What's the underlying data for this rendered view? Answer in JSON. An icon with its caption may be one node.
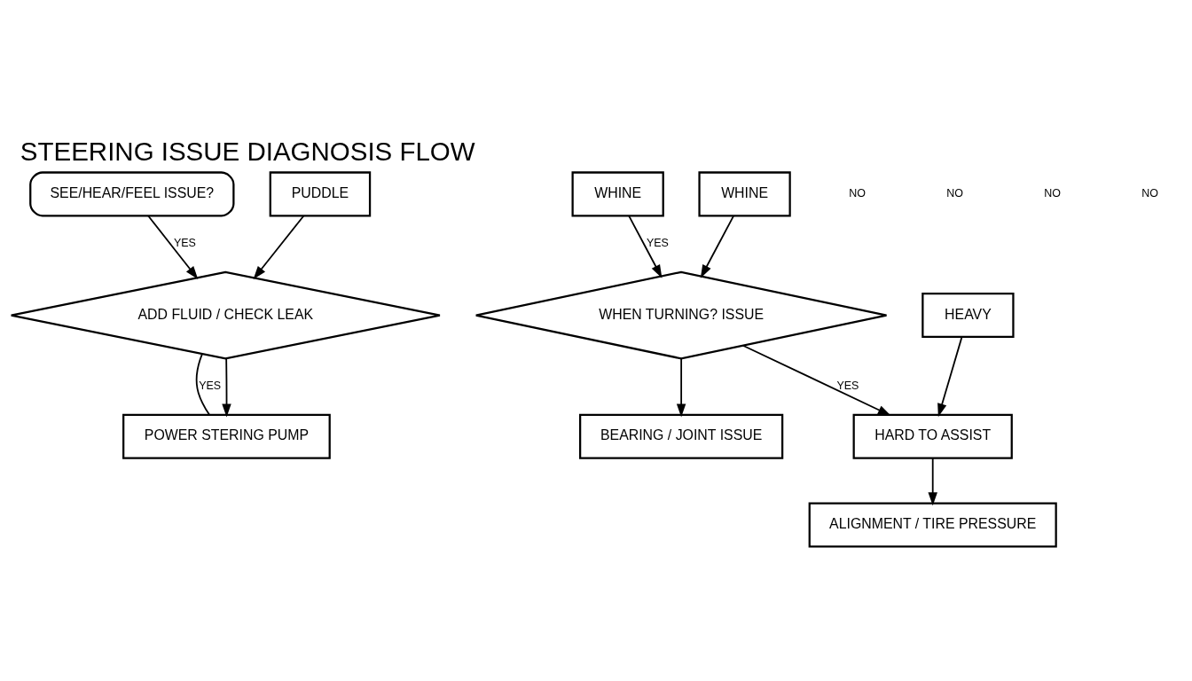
{
  "diagram": {
    "title": "STEERING ISSUE DIAGNOSIS FLOW",
    "nodes": [
      {
        "text": [
          "SEE/HEAR/FEEL ISSUE?"
        ]
      },
      {
        "text": [
          "PUDDLE"
        ]
      },
      {
        "text": [
          "WHINE"
        ]
      },
      {
        "text": [
          "WHINE"
        ]
      },
      {
        "text": [
          "HEAVY"
        ]
      },
      {
        "text": [
          "ADD FLUID / CHECK LEAK"
        ]
      },
      {
        "text": [
          "WHEN TURNING? ISSUE"
        ]
      },
      {
        "text": [
          "HARD TO ASSIST"
        ]
      },
      {
        "text": [
          "POWER STERING PUMP"
        ]
      },
      {
        "text": [
          "BEARING / JOINT ISSUE"
        ]
      },
      {
        "text": [
          "ALIGNMENT / TIRE PRESSURE"
        ]
      }
    ],
    "edges": [
      {
        "from": 0,
        "to": 5,
        "arrow": "to",
        "label": "YES"
      },
      {
        "from": 1,
        "to": 5,
        "arrow": "to"
      },
      {
        "from": 5,
        "to": 8,
        "arrow": "none",
        "label": "YES"
      },
      {
        "from": 5,
        "to": 8,
        "arrow": "to"
      },
      {
        "from": 2,
        "to": 6,
        "arrow": "to",
        "label": "YES"
      },
      {
        "from": 3,
        "to": 6,
        "arrow": "to"
      },
      {
        "from": 6,
        "to": 7,
        "arrow": "to",
        "label": "YES"
      },
      {
        "from": 4,
        "to": 7,
        "arrow": "to"
      },
      {
        "from": 6,
        "to": 9,
        "arrow": "to"
      },
      {
        "from": 7,
        "to": 10,
        "arrow": "to"
      }
    ],
    "labels": [
      "NO",
      "NO",
      "NO",
      "NO"
    ]
  }
}
